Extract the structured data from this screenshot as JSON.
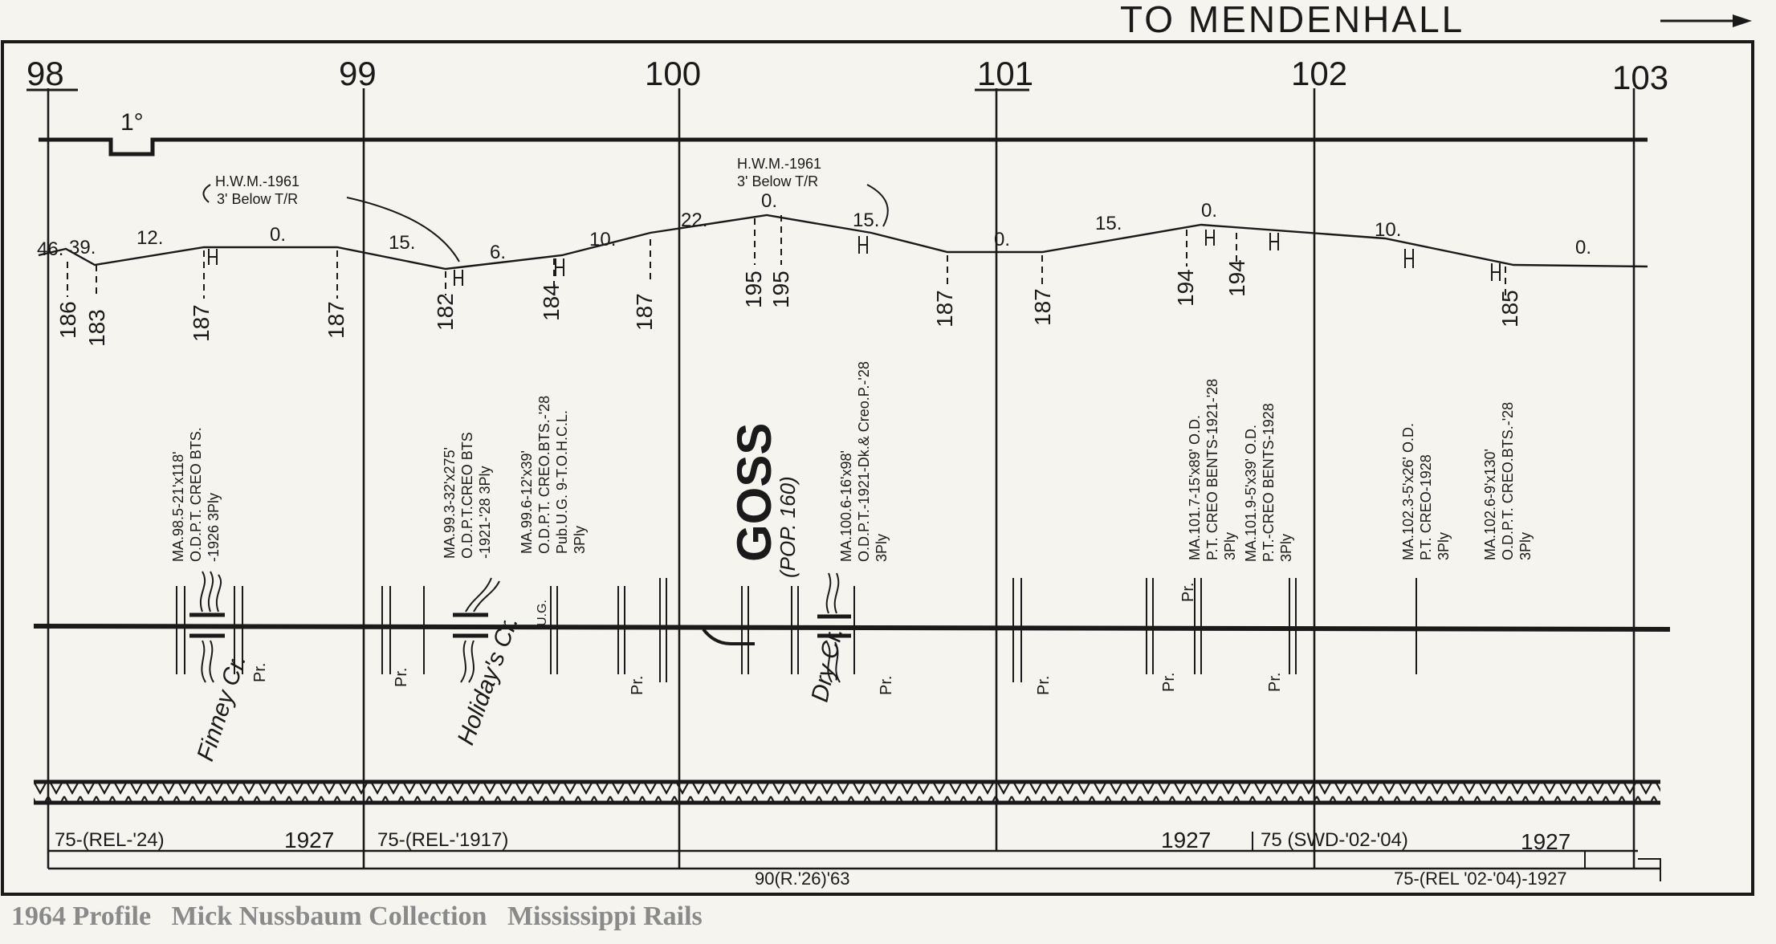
{
  "header": {
    "direction_label": "TO MENDENHALL",
    "arrow_icon": "right-arrow-icon"
  },
  "mileposts": [
    "98",
    "99",
    "100",
    "101",
    "102",
    "103"
  ],
  "alignment": {
    "curve_label": "1°"
  },
  "hwm_notes": [
    {
      "line1": "H.W.M.-1961",
      "line2": "3' Below T/R"
    },
    {
      "line1": "H.W.M.-1961",
      "line2": "3' Below T/R"
    }
  ],
  "grade_labels": [
    "46.",
    "39.",
    "12.",
    "0.",
    "15.",
    "6.",
    "10.",
    "22.",
    "0.",
    "15.",
    "0.",
    "15.",
    "0.",
    "10.",
    "0."
  ],
  "elevations": [
    "186",
    "183",
    "187",
    "187",
    "182",
    "184",
    "187",
    "195",
    "195",
    "187",
    "187",
    "194",
    "194",
    "185"
  ],
  "bridges": [
    {
      "line1": "MA.98.5-21'x118'",
      "line2": "O.D.P.T. CREO BTS.",
      "line3": "-1926  3Ply"
    },
    {
      "line1": "MA.99.3-32'x275'",
      "line2": "O.D.P.T.CREO BTS",
      "line3": "-1921-'28  3Ply"
    },
    {
      "line1": "MA.99.6-12'x39'",
      "line2": "O.D.P.T. CREO.BTS.-'28",
      "line3": "Pub.U.G. 9-T.O.H.C.L.",
      "line4": "3Ply"
    },
    {
      "line1": "MA.100.6-16'x98'",
      "line2": "O.D.P.T.-1921-Dk.& Creo.P.-'28",
      "line3": "3Ply"
    },
    {
      "line1": "MA.101.7-15'x89' O.D.",
      "line2": "P.T. CREO BENTS-1921-'28",
      "line3": "3Ply"
    },
    {
      "line1": "MA.101.9-5'x39' O.D.",
      "line2": "P.T.-CREO BENTS-1928",
      "line3": "3Ply"
    },
    {
      "line1": "MA.102.3-5'x26' O.D.",
      "line2": "P.T. CREO-1928",
      "line3": "3Ply"
    },
    {
      "line1": "MA.102.6-9'x130'",
      "line2": "O.D.P.T. CREO.BTS.-'28",
      "line3": "3Ply"
    }
  ],
  "station": {
    "name": "GOSS",
    "population": "(POP. 160)"
  },
  "track_labels": {
    "pr": "Pr.",
    "ug": "U.G."
  },
  "creeks": [
    "Finney Cr.",
    "Holiday's Cr.",
    "Dry Cr."
  ],
  "rail": {
    "row1": [
      "75-(REL-'24)",
      "1927",
      "75-(REL-'1917)",
      "1927",
      "75 (SWD-'02-'04)",
      "1927"
    ],
    "row2": [
      "90(R.'26)'63",
      "75-(REL '02-'04)-1927"
    ]
  },
  "footer": {
    "caption": "1964 Profile   Mick Nussbaum Collection   Mississippi Rails"
  }
}
